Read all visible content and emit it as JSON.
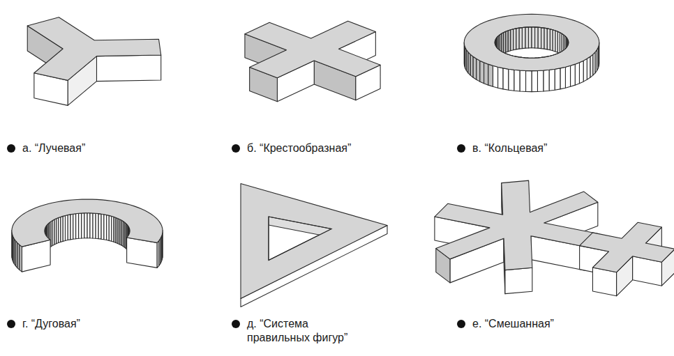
{
  "diagram": {
    "labels": [
      "а. “Лучевая”",
      "б. “Крестообразная”",
      "в. “Кольцевая”",
      "г. “Дуговая”",
      "д. “Система правильных фигур”",
      "е. “Смешанная”"
    ]
  }
}
